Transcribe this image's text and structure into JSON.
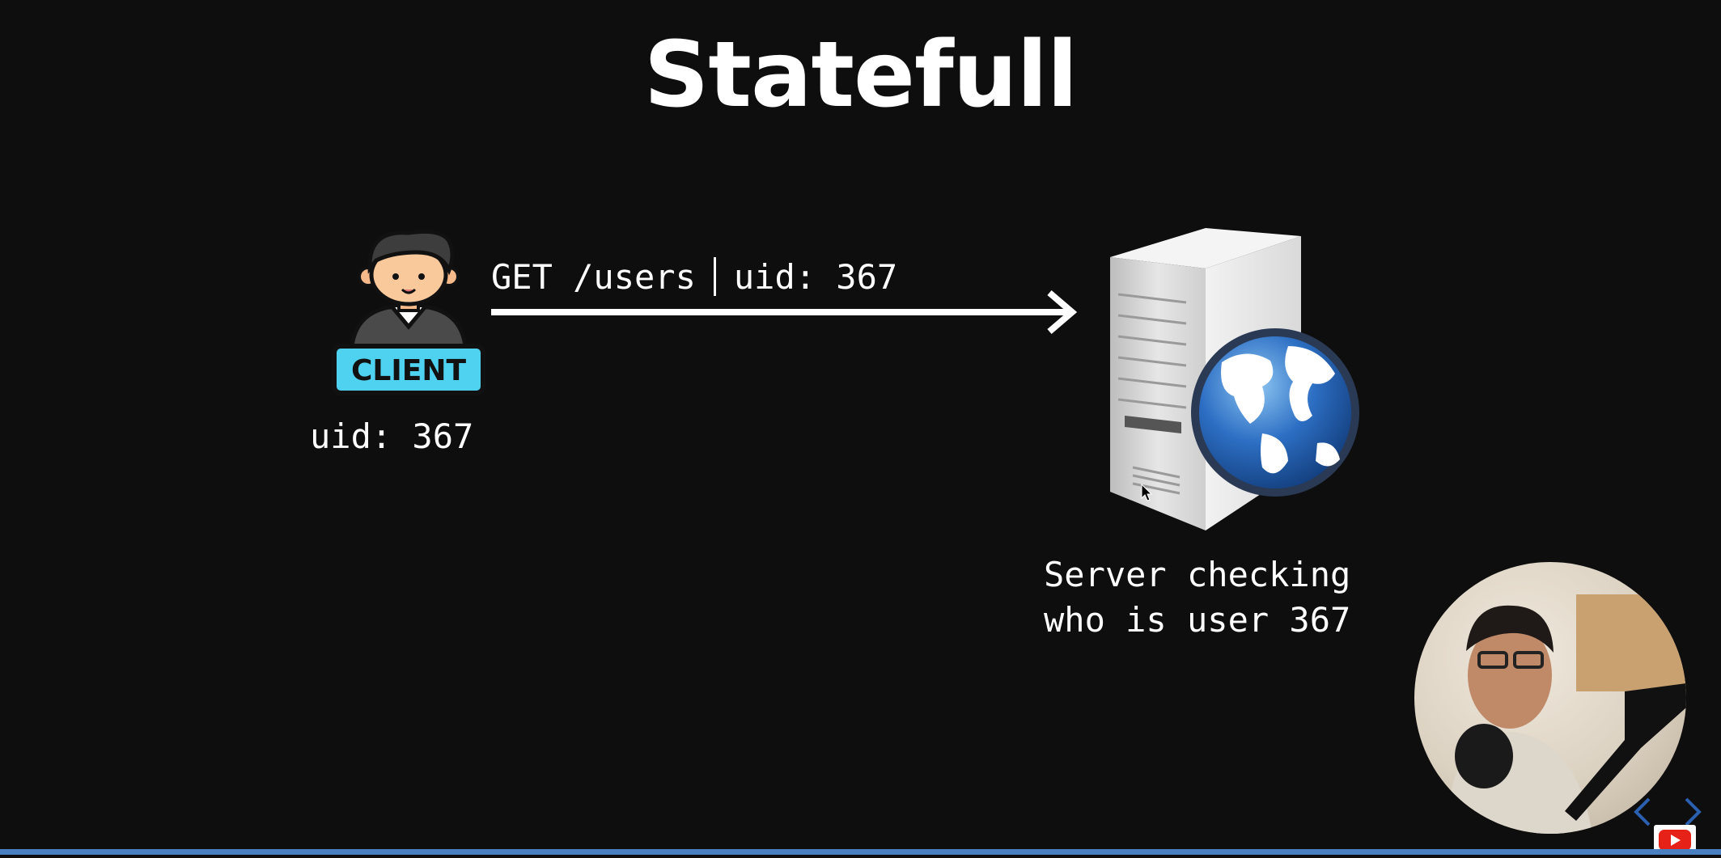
{
  "slide": {
    "title": "Statefull"
  },
  "client": {
    "badge_text": "CLIENT",
    "uid_label": "uid: 367",
    "icon": "person-icon"
  },
  "request": {
    "method_path": "GET /users",
    "uid_label": "uid: 367"
  },
  "server": {
    "icon": "server-globe-icon",
    "caption_line1": "Server checking",
    "caption_line2": "who is user 367"
  },
  "video": {
    "progress": 1.0,
    "nav_prev_icon": "chevron-left-icon",
    "nav_next_icon": "chevron-right-icon",
    "logo_icon": "youtube-icon"
  },
  "colors": {
    "background": "#0e0e0e",
    "text": "#ffffff",
    "client_badge": "#4fd1f0",
    "globe_blue": "#2d6fc4",
    "progress": "#4a7fc1"
  }
}
